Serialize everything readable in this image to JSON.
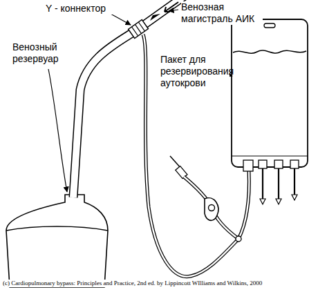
{
  "diagram": {
    "caption": "(c) Cardiopulmonary bypass: Principles and Practice, 2nd ed. by Lippincott WIlliams and Wilkins, 2000",
    "labels": [
      "Y - коннектор",
      "Венозная магистраль АИК",
      "Венозный резервуар",
      "Пакет для резервирования аутокрови"
    ]
  }
}
